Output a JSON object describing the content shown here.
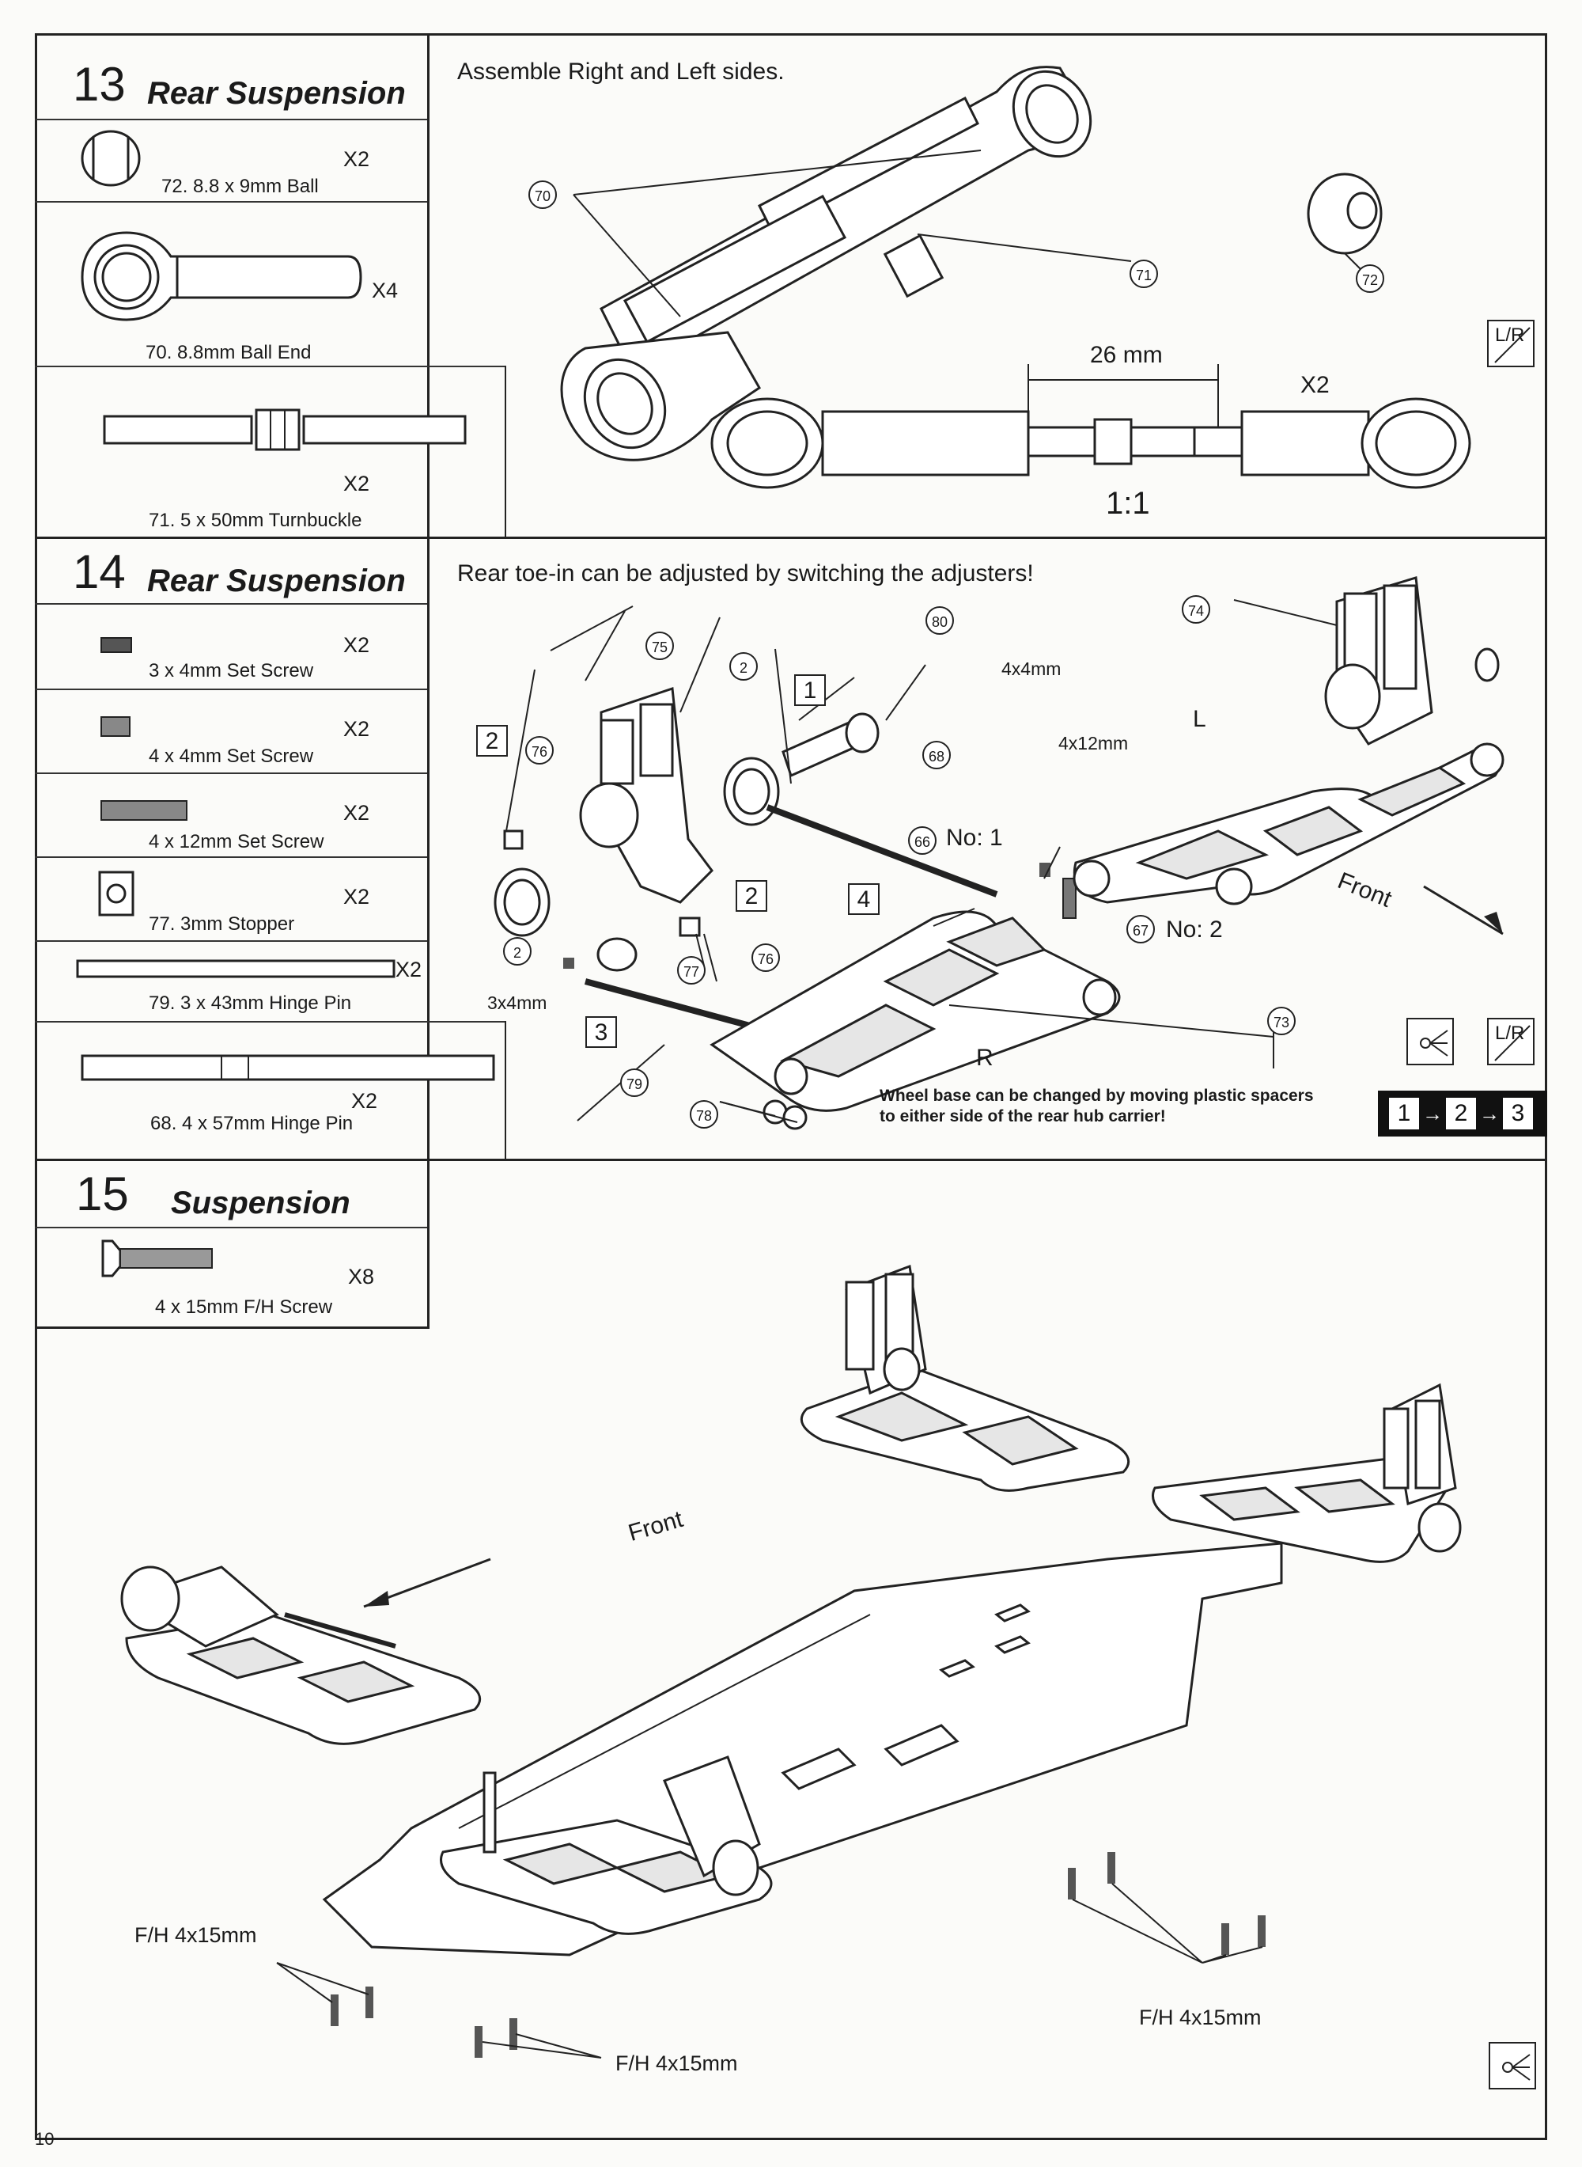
{
  "page_number": "10",
  "step13": {
    "number": "13",
    "title": "Rear Suspension",
    "instruction": "Assemble Right and Left sides.",
    "parts": [
      {
        "qty": "X2",
        "label": "72.   8.8 x 9mm  Ball"
      },
      {
        "qty": "X4",
        "label": "70.   8.8mm  Ball End"
      },
      {
        "qty": "X2",
        "label": "71.   5 x 50mm  Turnbuckle"
      }
    ],
    "callouts": [
      "70",
      "71",
      "72"
    ],
    "dimension": "26 mm",
    "count": "X2",
    "scale": "1:1",
    "lr_icon": "L/R"
  },
  "step14": {
    "number": "14",
    "title": "Rear Suspension",
    "instruction": "Rear toe-in can be adjusted by switching the adjusters!",
    "parts": [
      {
        "qty": "X2",
        "label": "3 x 4mm  Set Screw"
      },
      {
        "qty": "X2",
        "label": "4 x 4mm  Set Screw"
      },
      {
        "qty": "X2",
        "label": "4 x 12mm  Set Screw"
      },
      {
        "qty": "X2",
        "label": "77.   3mm  Stopper"
      },
      {
        "qty": "X2",
        "label": "79.   3 x 43mm  Hinge Pin"
      },
      {
        "qty": "X2",
        "label": "68.    4 x 57mm  Hinge Pin"
      }
    ],
    "callouts": [
      "80",
      "75",
      "2",
      "76",
      "2",
      "68",
      "66",
      "74",
      "67",
      "73",
      "77",
      "76",
      "79",
      "78"
    ],
    "box_numbers": [
      "1",
      "2",
      "2",
      "3",
      "4"
    ],
    "labels": {
      "no1": "No: 1",
      "no2": "No: 2",
      "l": "L",
      "r": "R",
      "front": "Front",
      "set_4x4": "4x4mm",
      "set_4x12": "4x12mm",
      "set_3x4": "3x4mm"
    },
    "note": "Wheel base can be changed by moving plastic spacers to either side of the rear hub carrier!",
    "sequence": [
      "1",
      "2",
      "3"
    ],
    "lr_icon": "L/R"
  },
  "step15": {
    "number": "15",
    "title": "Suspension",
    "parts": [
      {
        "qty": "X8",
        "label": "4 x 15mm  F/H Screw"
      }
    ],
    "front_label": "Front",
    "screw_labels": [
      "F/H 4x15mm",
      "F/H 4x15mm",
      "F/H 4x15mm"
    ]
  },
  "colors": {
    "ink": "#1a1a1a",
    "paper": "#fbfbf9",
    "part_fill": "#ffffff",
    "shade": "#e6e6e6"
  }
}
